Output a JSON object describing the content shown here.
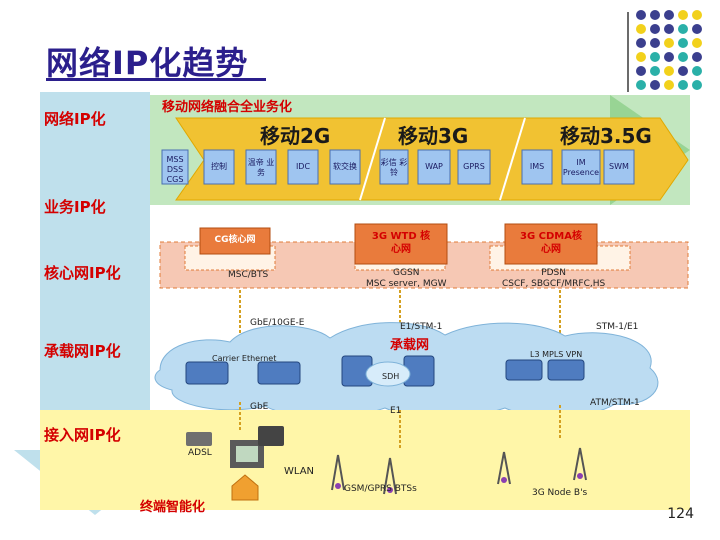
{
  "slide": {
    "title": "网络IP化趋势",
    "page_number": "124"
  },
  "side_labels": {
    "network_ip": "网络IP化",
    "service_ip": "业务IP化",
    "core_ip": "核心网IP化",
    "bearer_ip": "承载网IP化",
    "access_ip": "接入网IP化"
  },
  "service_band": {
    "header": "移动网络融合全业务化",
    "gen_2g": "移动2G",
    "gen_3g": "移动3G",
    "gen_35g": "移动3.5G",
    "boxes_2g": [
      "MSS\nDSS\nCGS",
      "控制",
      "温帝\n业务",
      "IDC",
      "软交换"
    ],
    "boxes_3g": [
      "彩信\n彩铃",
      "WAP",
      "GPRS"
    ],
    "boxes_35g": [
      "IMS",
      "IM\nPresence",
      "SWM"
    ]
  },
  "core_band": {
    "node_a": "CG核心网",
    "node_b": "3G WTD 核\n心网",
    "node_c": "3G CDMA核\n心网",
    "sub_a": "MSC/BTS",
    "sub_b": "GGSN\nMSC server, MGW",
    "sub_c": "PDSN\nCSCF, SBGCF/MRFC,HS"
  },
  "bearer_band": {
    "link_left": "GbE/10GE-E",
    "link_mid": "E1/STM-1",
    "link_right": "STM-1/E1",
    "cloud_label": "承载网",
    "carrier_ethernet": "Carrier Ethernet",
    "sdh": "SDH",
    "mpls": "L3 MPLS VPN"
  },
  "access_band": {
    "link_left": "GbE",
    "link_mid": "E1",
    "link_right": "ATM/STM-1",
    "adsl": "ADSL",
    "wlan": "WLAN",
    "gsm": "GSM/GPRS BTSs",
    "node_b": "3G Node B's",
    "terminal": "终端智能化"
  },
  "colors": {
    "title": "#2b1f8c",
    "red": "#d40000",
    "service_gold": "#f1c232",
    "core_pink": "#f6c8b4",
    "green_band": "#8fd48a",
    "cloud": "#bcdcf2",
    "access_yellow": "#fff6a8",
    "arrow_blue": "#a9d6e6"
  },
  "decor_dots": [
    "#3b3f8e",
    "#3b3f8e",
    "#3b3f8e",
    "#f2d11b",
    "#f2d11b",
    "#f2d11b",
    "#3b3f8e",
    "#3b3f8e",
    "#2ab0a8",
    "#3b3f8e",
    "#3b3f8e",
    "#3b3f8e",
    "#f2d11b",
    "#2ab0a8",
    "#f2d11b",
    "#f2d11b",
    "#2ab0a8",
    "#3b3f8e",
    "#2ab0a8",
    "#3b3f8e",
    "#3b3f8e",
    "#2ab0a8",
    "#f2d11b",
    "#3b3f8e",
    "#2ab0a8",
    "#2ab0a8",
    "#3b3f8e",
    "#f2d11b",
    "#2ab0a8",
    "#2ab0a8"
  ]
}
